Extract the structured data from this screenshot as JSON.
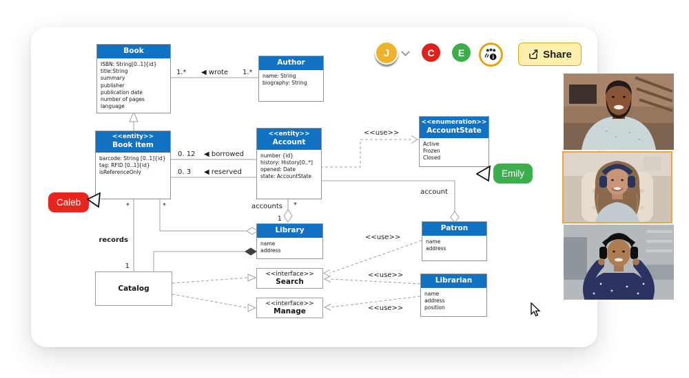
{
  "toolbar": {
    "share_label": "Share",
    "avatars": [
      {
        "initial": "J",
        "color": "#f0b22c"
      },
      {
        "initial": "C",
        "color": "#df211b"
      },
      {
        "initial": "E",
        "color": "#3cae49"
      }
    ]
  },
  "cursors": {
    "caleb": {
      "name": "Caleb",
      "color": "#e8261d"
    },
    "emily": {
      "name": "Emily",
      "color": "#3cae4c"
    }
  },
  "diagram": {
    "classes": {
      "book": {
        "name": "Book",
        "attrs": [
          "ISBN: String[0..1]{id}",
          "title:String",
          "summary",
          "publisher",
          "publication date",
          "number of pages",
          "language"
        ]
      },
      "author": {
        "name": "Author",
        "attrs": [
          "name: String",
          "biography: String"
        ]
      },
      "book_item": {
        "stereotype": "<<entity>>",
        "name": "Book item",
        "attrs": [
          "barcode: String [0..1]{id}",
          "tag: RFID [0..1]{id}",
          "isReferenceOnly"
        ]
      },
      "account": {
        "stereotype": "<<entity>>",
        "name": "Account",
        "attrs": [
          "number {id}",
          "history: History[0..*]",
          "opened: Date",
          "state: AccountState"
        ]
      },
      "account_state": {
        "stereotype": "<<enumeration>>",
        "name": "AccountState",
        "attrs": [
          "Active",
          "Frozen",
          "Closed"
        ]
      },
      "library": {
        "name": "Library",
        "attrs": [
          "name",
          "address"
        ]
      },
      "patron": {
        "name": "Patron",
        "attrs": [
          "name",
          "address"
        ]
      },
      "librarian": {
        "name": "Librarian",
        "attrs": [
          "name",
          "address",
          "position"
        ]
      },
      "search": {
        "stereotype": "<<interface>>",
        "name": "Search"
      },
      "manage": {
        "stereotype": "<<interface>>",
        "name": "Manage"
      },
      "catalog": {
        "name": "Catalog"
      }
    },
    "edge_labels": {
      "wrote": "◀ wrote",
      "wrote_left_mult": "1.*",
      "wrote_right_mult": "1.*",
      "borrowed": "◀ borrowed",
      "borrowed_mult": "0. 12",
      "reserved": "◀ reserved",
      "reserved_mult": "0. 3",
      "use": "<<use>>",
      "accounts": "accounts",
      "accounts_mult": "*",
      "accounts_one": "1",
      "account": "account",
      "records": "records",
      "records_mult": "*",
      "records_one": "1",
      "library_items_mult": "*"
    }
  }
}
